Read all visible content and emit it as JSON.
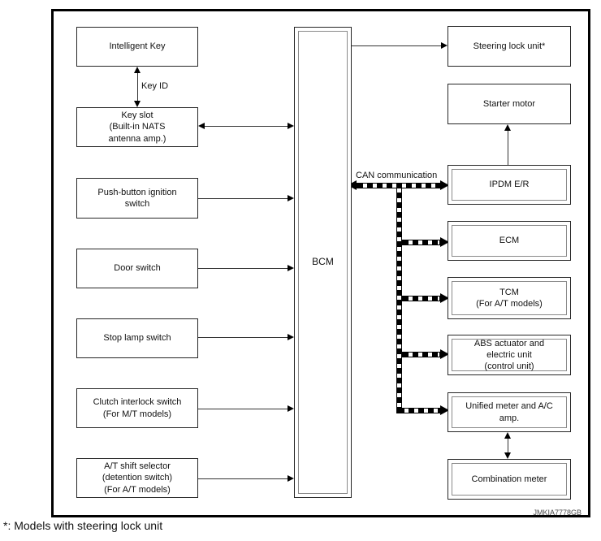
{
  "diagram": {
    "bcm_label": "BCM",
    "left_boxes": [
      {
        "label": "Intelligent Key"
      },
      {
        "label": "Key slot\n(Built-in NATS\nantenna amp.)"
      },
      {
        "label": "Push-button ignition\nswitch"
      },
      {
        "label": "Door switch"
      },
      {
        "label": "Stop lamp switch"
      },
      {
        "label": "Clutch interlock switch\n(For M/T models)"
      },
      {
        "label": "A/T shift selector\n(detention switch)\n(For A/T models)"
      }
    ],
    "right_boxes": [
      {
        "label": "Steering lock unit*"
      },
      {
        "label": "Starter motor"
      },
      {
        "label": "IPDM E/R"
      },
      {
        "label": "ECM"
      },
      {
        "label": "TCM\n(For A/T models)"
      },
      {
        "label": "ABS actuator and\nelectric unit\n(control unit)"
      },
      {
        "label": "Unified meter and A/C\namp."
      },
      {
        "label": "Combination meter"
      }
    ],
    "labels": {
      "key_id": "Key ID",
      "can_communication": "CAN communication"
    },
    "footnote": "*: Models with steering lock unit",
    "watermark": "JMKIA7778GB",
    "colors": {
      "box_border": "#262626",
      "inner_border": "#8a8a8a",
      "line": "#000000"
    }
  }
}
